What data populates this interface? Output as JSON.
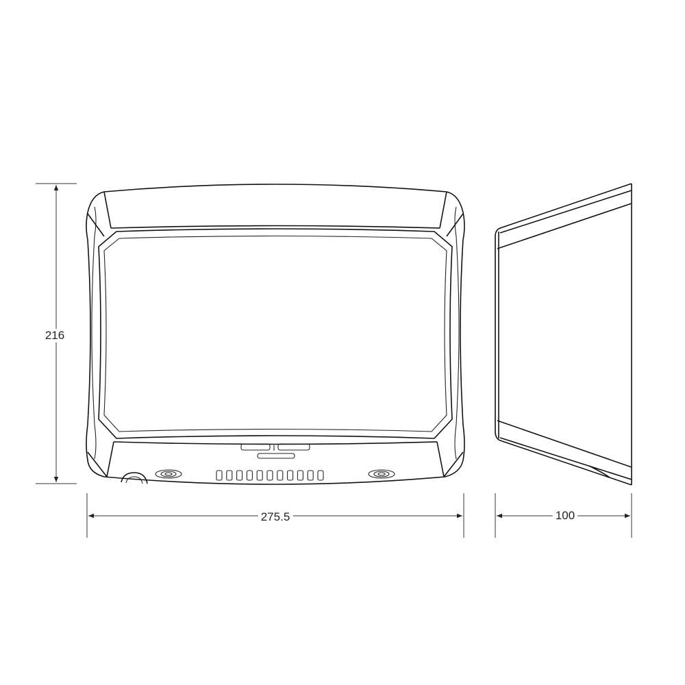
{
  "dimensions": {
    "height": "216",
    "width": "275.5",
    "depth": "100"
  },
  "colors": {
    "line": "#111111",
    "background": "#ffffff"
  }
}
